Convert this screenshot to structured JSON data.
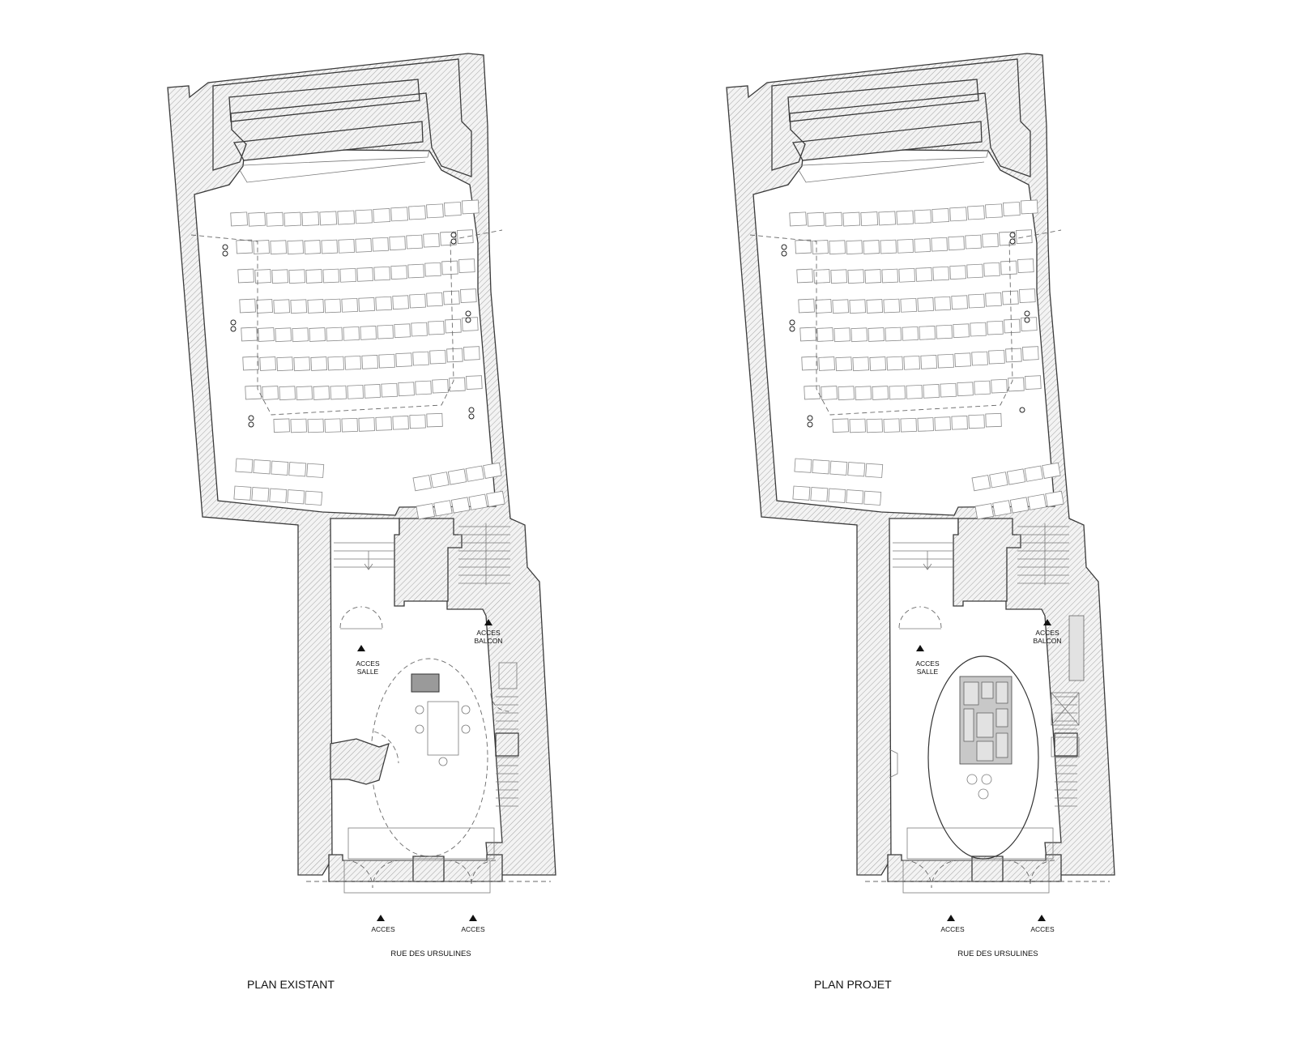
{
  "plans": [
    {
      "title": "PLAN EXISTANT",
      "acces_salle": [
        "ACCES",
        "SALLE"
      ],
      "acces_balcon": [
        "ACCES",
        "BALCON"
      ],
      "acces_left": "ACCES",
      "acces_right": "ACCES",
      "street": "RUE DES URSULINES"
    },
    {
      "title": "PLAN PROJET",
      "acces_salle": [
        "ACCES",
        "SALLE"
      ],
      "acces_balcon": [
        "ACCES",
        "BALCON"
      ],
      "acces_left": "ACCES",
      "acces_right": "ACCES",
      "street": "RUE DES URSULINES"
    }
  ]
}
